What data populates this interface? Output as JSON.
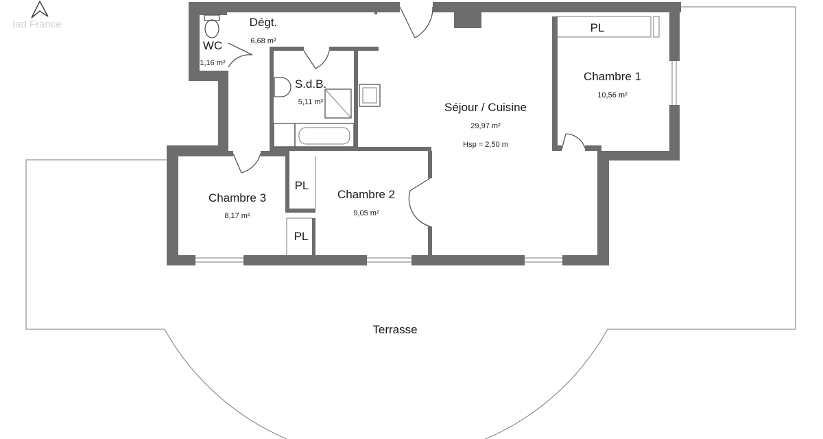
{
  "watermark": "Iad France",
  "rooms": [
    {
      "id": "wc",
      "name": "WC",
      "area": "1,16 m²"
    },
    {
      "id": "degt",
      "name": "Dégt.",
      "area": "6,68 m²"
    },
    {
      "id": "sdb",
      "name": "S.d.B.",
      "area": "5,11 m²"
    },
    {
      "id": "sejour",
      "name": "Séjour / Cuisine",
      "area": "29,97 m²",
      "note": "Hsp = 2,50 m"
    },
    {
      "id": "chambre1",
      "name": "Chambre 1",
      "area": "10,56 m²"
    },
    {
      "id": "chambre2",
      "name": "Chambre 2",
      "area": "9,05 m²"
    },
    {
      "id": "chambre3",
      "name": "Chambre 3",
      "area": "8,17 m²"
    },
    {
      "id": "terrasse",
      "name": "Terrasse"
    }
  ],
  "closets": [
    "PL",
    "PL",
    "PL"
  ]
}
